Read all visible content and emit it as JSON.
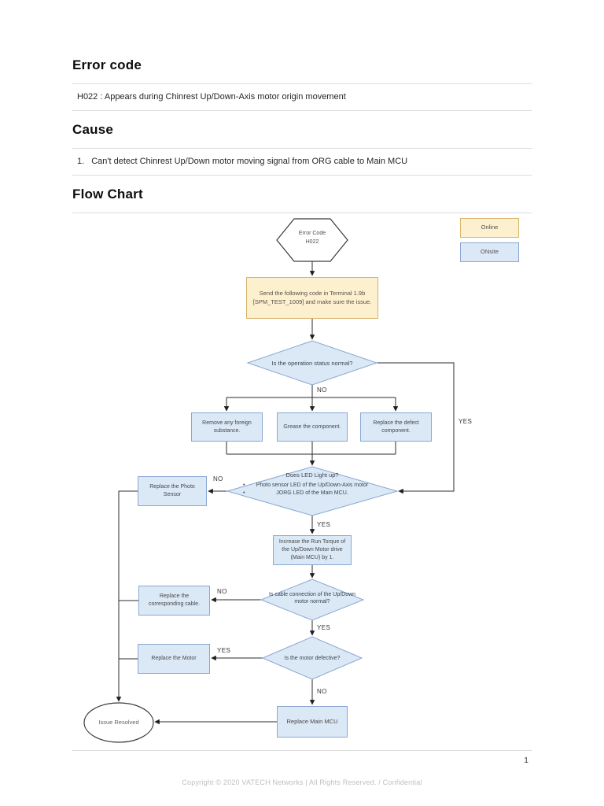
{
  "colors": {
    "blue_fill": "#dbe8f6",
    "blue_border": "#8aa7d2",
    "yellow_fill": "#fdf0cf",
    "yellow_border": "#d9b469",
    "line": "#2b2b2b",
    "rule": "#dcdcdc"
  },
  "document": {
    "page_number": "1",
    "footer": "Copyright © 2020 VATECH Networks | All Rights Reserved. / Confidential",
    "sections": {
      "error_code": {
        "heading": "Error code",
        "body": "H022 : Appears during Chinrest Up/Down-Axis motor origin movement"
      },
      "cause": {
        "heading": "Cause",
        "item_number": "1.",
        "item_text": "Can't detect Chinrest Up/Down motor moving signal from ORG cable to Main MCU"
      },
      "flow_chart": {
        "heading": "Flow Chart"
      }
    }
  },
  "legend": {
    "online": "Online",
    "onsite": "ONsite"
  },
  "flowchart": {
    "start_line1": "Error Code",
    "start_line2": "H022",
    "send_code": "Send the following code in Terminal 1.9b [SPM_TEST_1009] and make sure the issue.",
    "decision_operation": "Is the operation status normal?",
    "remove_foreign": "Remove any foreign substance.",
    "grease": "Grease the component.",
    "replace_defect": "Replace the defect component.",
    "decision_led_title": "Does LED Light up?",
    "decision_led_item1": "Photo sensor LED of the Up/Down-Axis motor",
    "decision_led_item2": "JORG LED of the Main MCU.",
    "replace_photo_sensor": "Replace the Photo Sensor",
    "increase_torque": "Increase the Run Torque of the Up/Down Motor drive (Main MCU) by 1.",
    "decision_cable": "Is cable connection of the Up/Down motor normal?",
    "replace_cable": "Replace the corresponding cable.",
    "decision_motor": "Is the motor defective?",
    "replace_motor": "Replace the Motor",
    "replace_main_mcu": "Replace Main MCU",
    "issue_resolved": "Issue Resolved",
    "labels": {
      "no1": "NO",
      "yes1": "YES",
      "no2": "NO",
      "yes2": "YES",
      "no3": "NO",
      "yes3": "YES",
      "yes4": "YES",
      "no4": "NO"
    }
  }
}
